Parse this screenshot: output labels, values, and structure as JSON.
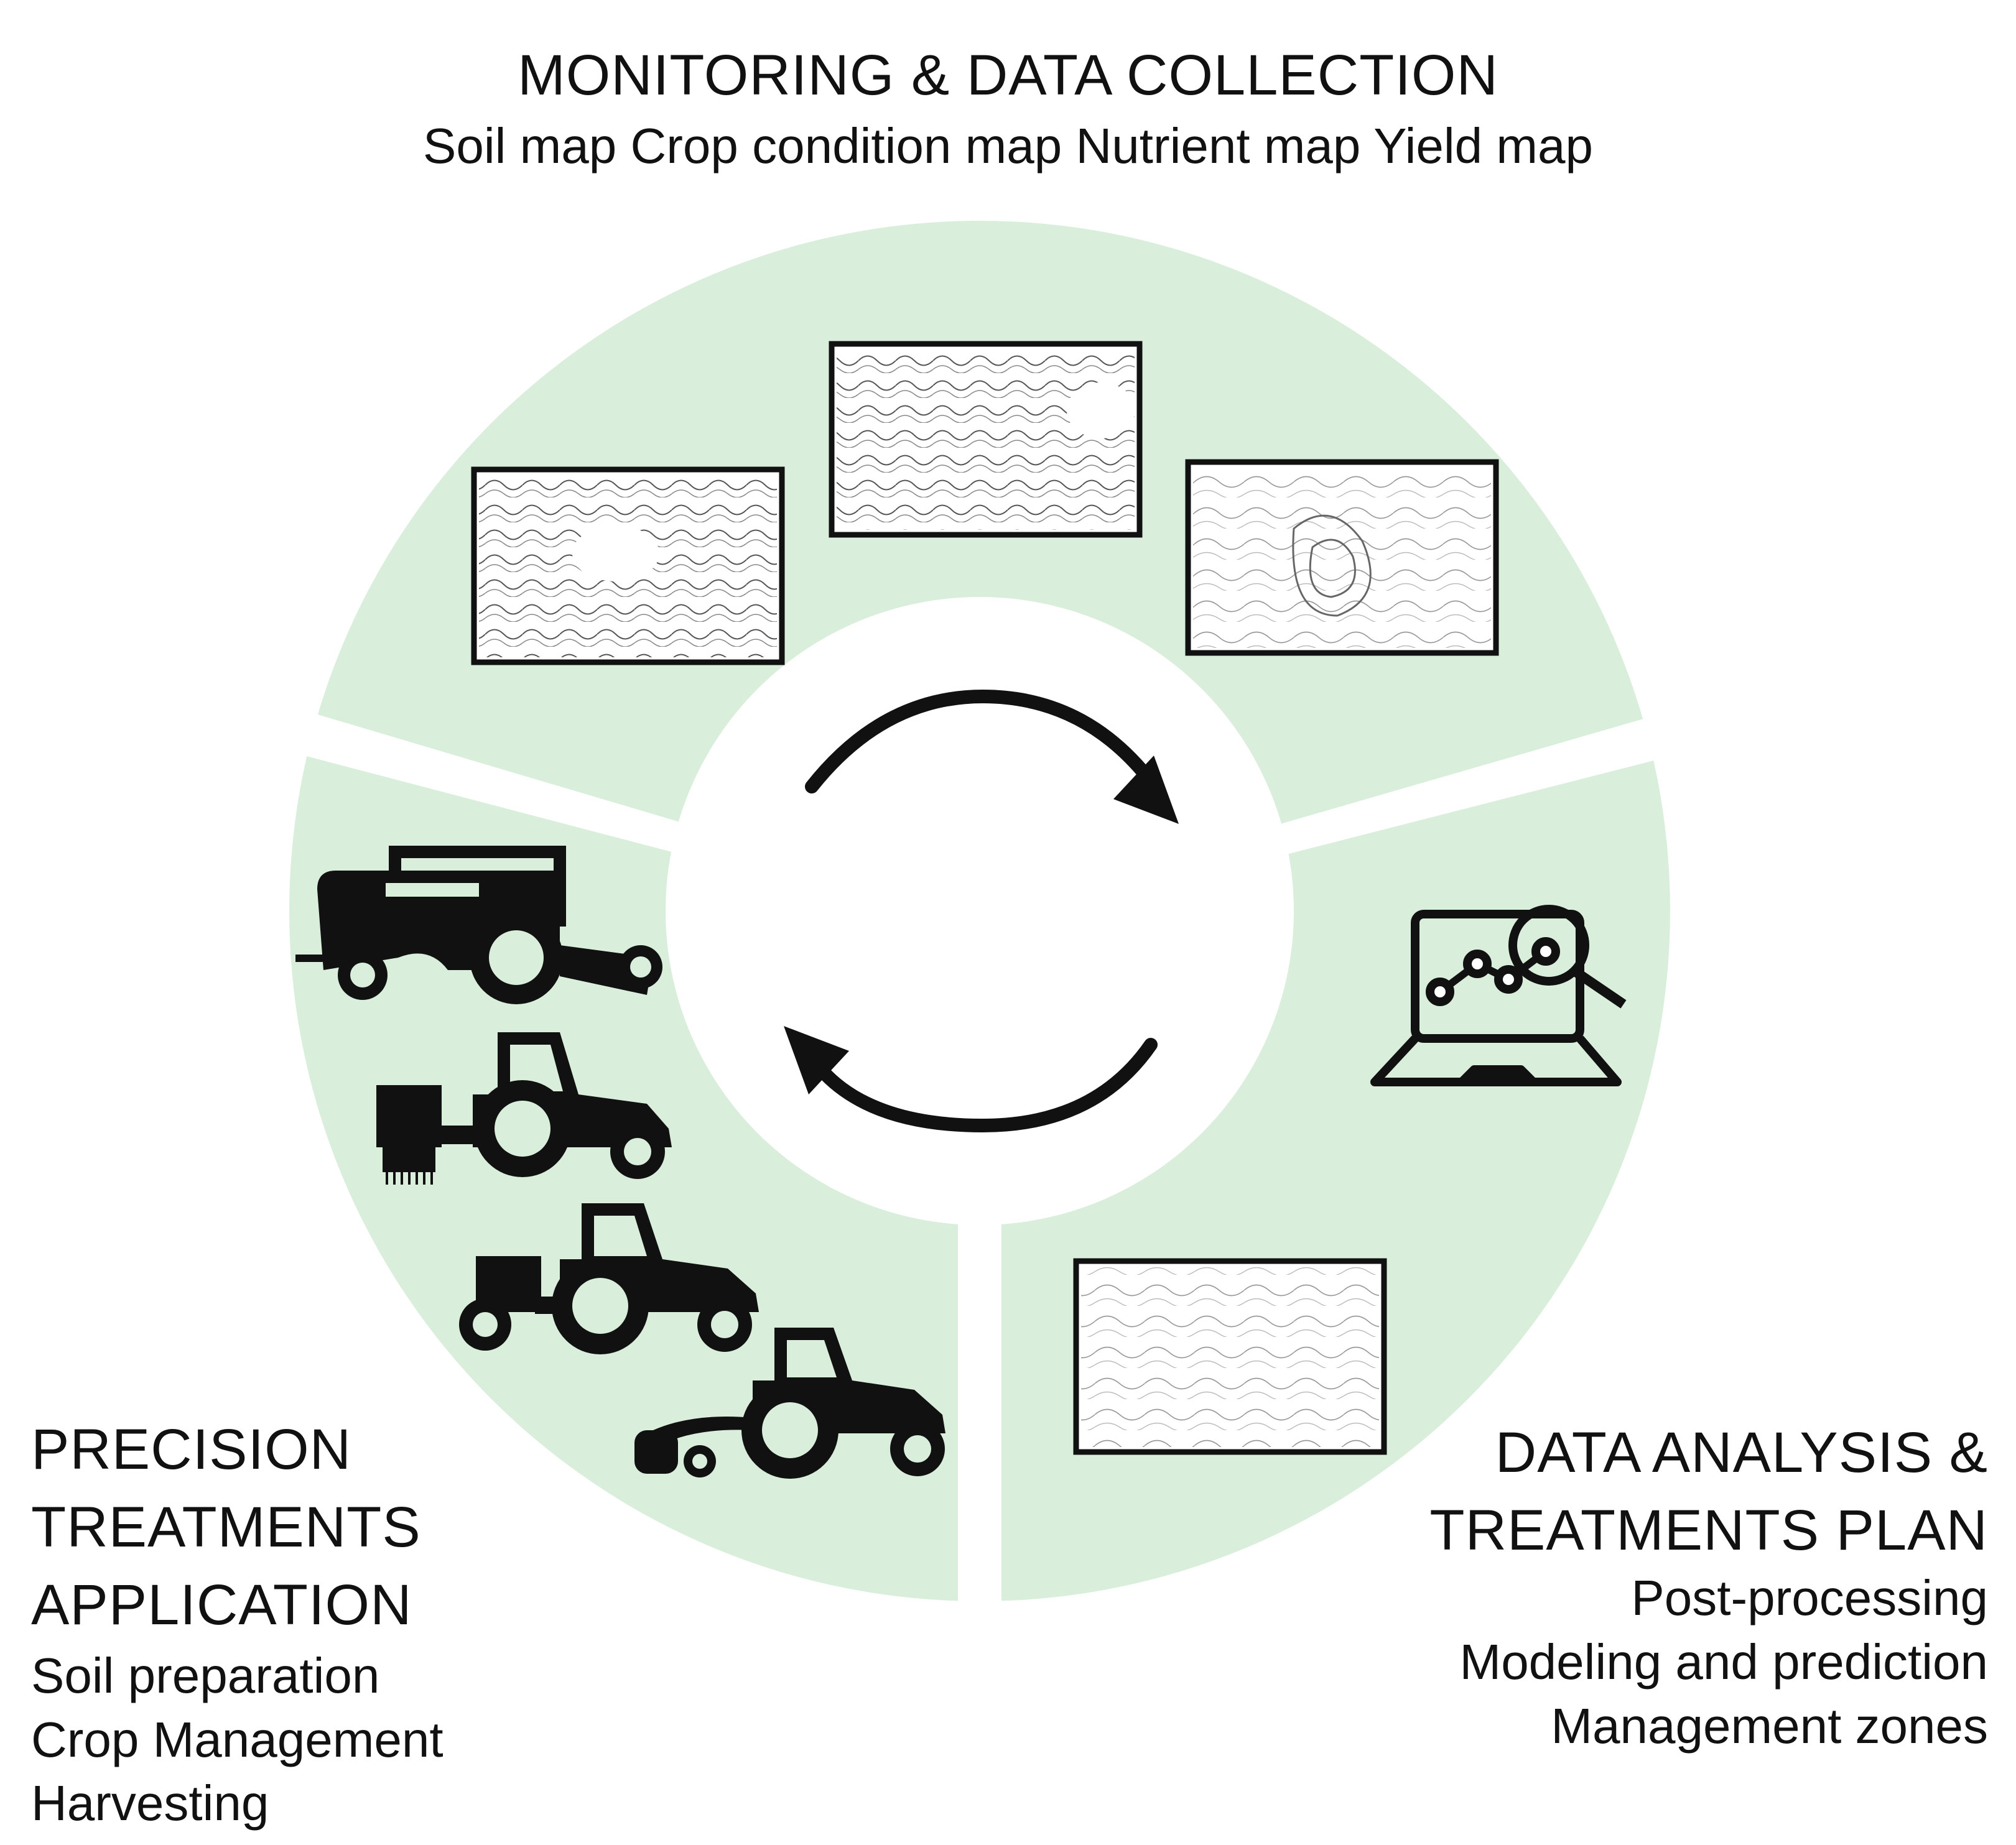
{
  "sections": {
    "monitoring": {
      "title": "MONITORING & DATA COLLECTION",
      "items": "Soil map Crop condition map Nutrient map Yield map"
    },
    "analysis": {
      "title_lines": [
        "DATA ANALYSIS &",
        "TREATMENTS PLAN"
      ],
      "items": [
        "Post-processing",
        "Modeling and prediction",
        "Management zones"
      ]
    },
    "application": {
      "title_lines": [
        "PRECISION",
        "TREATMENTS",
        "APPLICATION"
      ],
      "items": [
        "Soil preparation",
        "Crop Management",
        "Harvesting"
      ]
    }
  },
  "colors": {
    "ring": "#d9eedb",
    "ink": "#111111",
    "background": "#ffffff"
  },
  "icons": [
    "map-icon",
    "laptop-analytics-icon",
    "combine-harvester-icon",
    "tractor-seeder-icon",
    "tractor-trailer-icon",
    "tractor-cultivator-icon",
    "cycle-arrow-icon"
  ]
}
